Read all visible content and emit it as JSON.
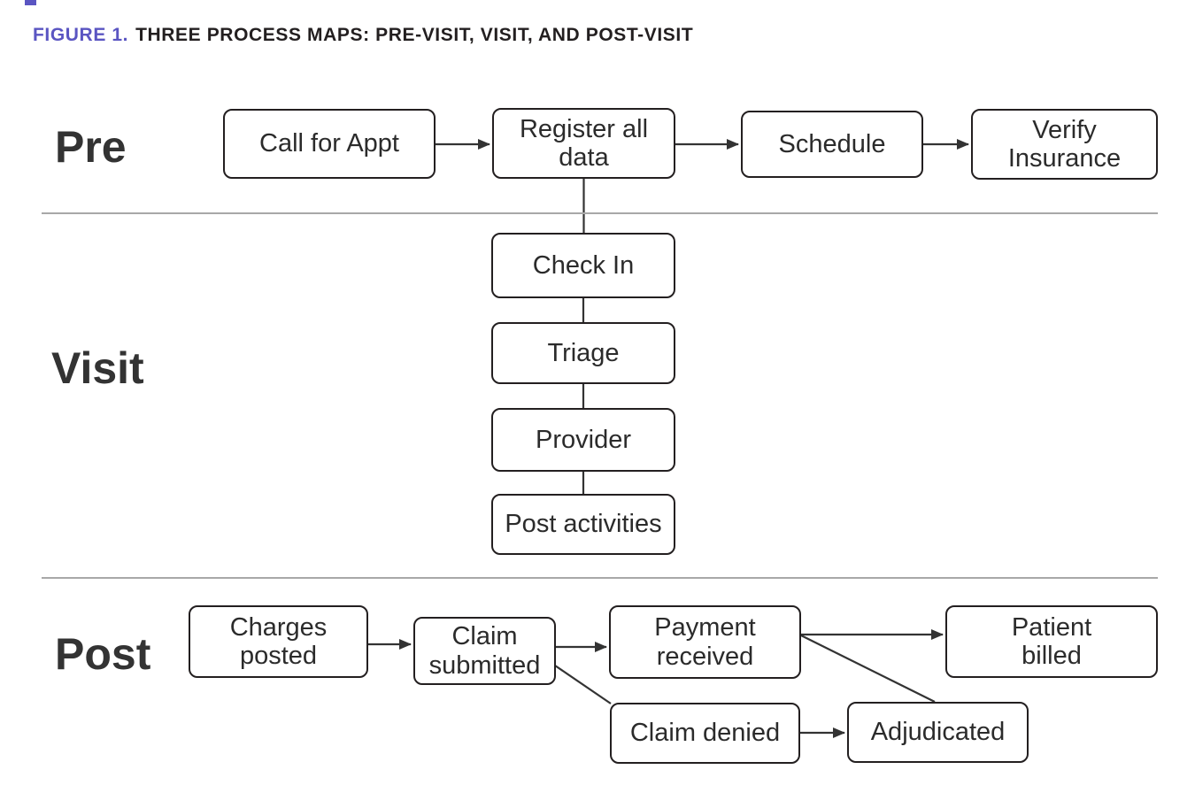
{
  "title": {
    "prefix": "FIGURE 1.",
    "text": "THREE PROCESS MAPS: PRE-VISIT, VISIT, AND POST-VISIT"
  },
  "colors": {
    "accent_purple": "#5a55c2",
    "title_text": "#231f20",
    "box_border": "#231f20",
    "box_fill": "#ffffff",
    "connector": "#333333",
    "divider": "#a8a8a8",
    "section_label": "#333333"
  },
  "sections": {
    "pre": {
      "label": "Pre",
      "nodes": [
        {
          "label": "Call for Appt"
        },
        {
          "label": "Register all data"
        },
        {
          "label": "Schedule"
        },
        {
          "label": "Verify Insurance"
        }
      ]
    },
    "visit": {
      "label": "Visit",
      "nodes": [
        {
          "label": "Check In"
        },
        {
          "label": "Triage"
        },
        {
          "label": "Provider"
        },
        {
          "label": "Post activities"
        }
      ]
    },
    "post": {
      "label": "Post",
      "nodes": [
        {
          "label": "Charges posted"
        },
        {
          "label": "Claim submitted"
        },
        {
          "label": "Payment received"
        },
        {
          "label": "Patient billed"
        },
        {
          "label": "Claim denied"
        },
        {
          "label": "Adjudicated"
        }
      ]
    }
  },
  "edges": [
    {
      "from": "Call for Appt",
      "to": "Register all data",
      "arrow": true
    },
    {
      "from": "Register all data",
      "to": "Schedule",
      "arrow": true
    },
    {
      "from": "Schedule",
      "to": "Verify Insurance",
      "arrow": true
    },
    {
      "from": "Register all data",
      "to": "Check In",
      "arrow": false
    },
    {
      "from": "Check In",
      "to": "Triage",
      "arrow": false
    },
    {
      "from": "Triage",
      "to": "Provider",
      "arrow": false
    },
    {
      "from": "Provider",
      "to": "Post activities",
      "arrow": false
    },
    {
      "from": "Charges posted",
      "to": "Claim submitted",
      "arrow": true
    },
    {
      "from": "Claim submitted",
      "to": "Payment received",
      "arrow": true
    },
    {
      "from": "Payment received",
      "to": "Patient billed",
      "arrow": true
    },
    {
      "from": "Claim submitted",
      "to": "Claim denied",
      "arrow": false
    },
    {
      "from": "Claim denied",
      "to": "Adjudicated",
      "arrow": true
    },
    {
      "from": "Adjudicated",
      "to": "Payment received",
      "arrow": false
    }
  ]
}
